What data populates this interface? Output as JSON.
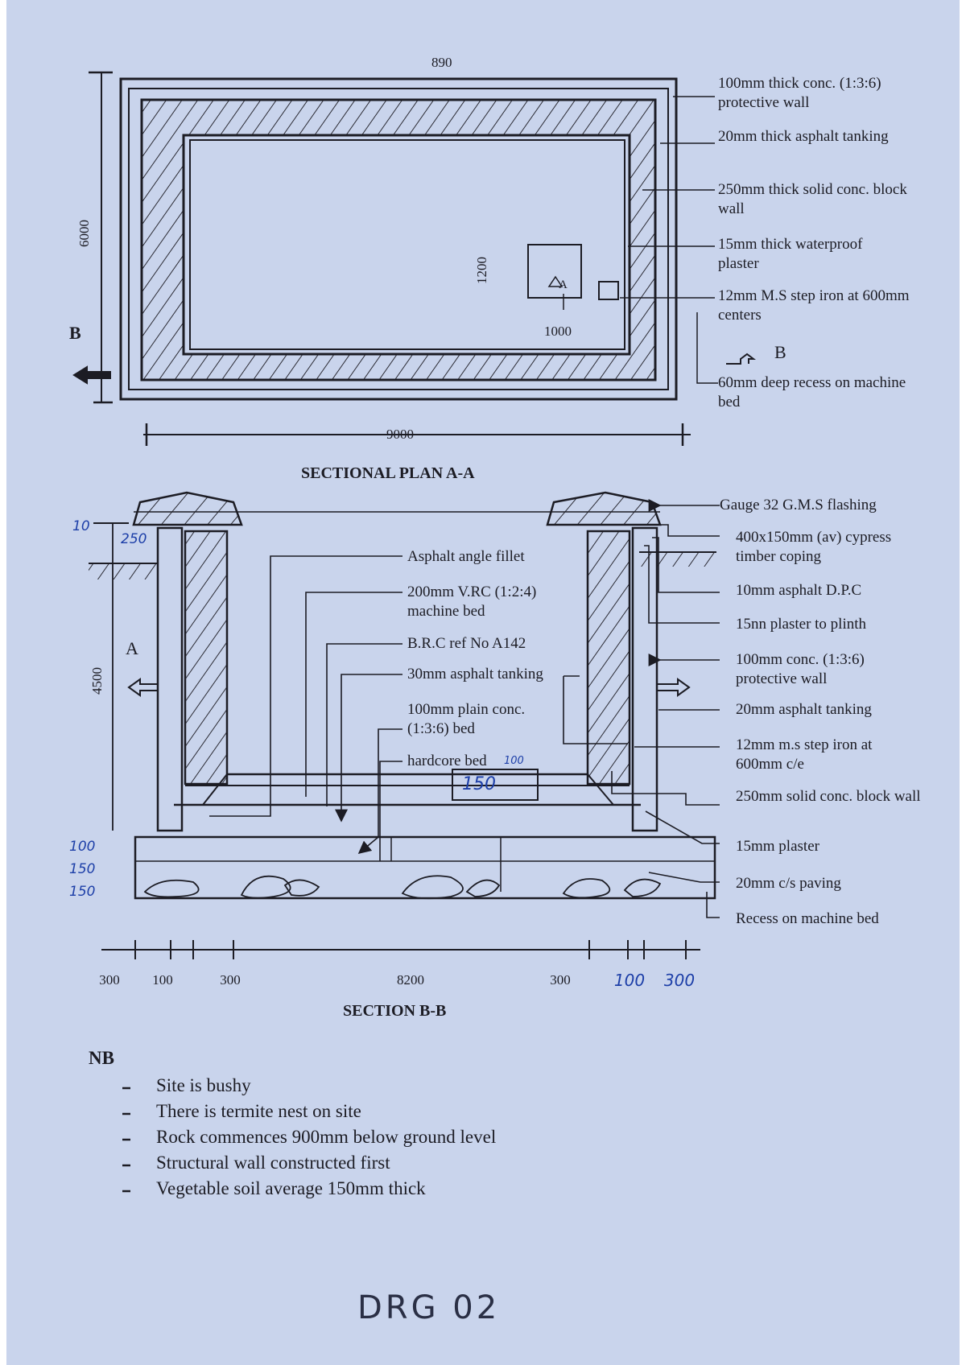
{
  "plan": {
    "title": "SECTIONAL PLAN  A-A",
    "dim_width": "9000",
    "dim_length": "6000",
    "dim_pad_h": "1200",
    "dim_pad_w": "1000",
    "pad_marker": "A",
    "section_marker_left": "B",
    "section_marker_right": "B",
    "hand_top": "890",
    "labels": [
      "100mm thick conc. (1:3:6) protective wall",
      "20mm thick asphalt tanking",
      "250mm thick solid conc. block wall",
      "15mm thick waterproof plaster",
      "12mm M.S step iron at 600mm centers",
      "60mm deep recess on machine bed"
    ]
  },
  "section": {
    "title": "SECTION B-B",
    "section_marker": "A",
    "dim_height": "4500",
    "hand_top_dims": [
      "10",
      "250"
    ],
    "hand_bottom_dims": [
      "100",
      "150",
      "150"
    ],
    "hand_bed": "150",
    "hand_bed_small": "100",
    "inner_labels": [
      "Asphalt angle fillet",
      "200mm V.RC (1:2:4) machine bed",
      "B.R.C ref No A142",
      "30mm asphalt tanking",
      "100mm plain conc. (1:3:6) bed",
      "hardcore bed"
    ],
    "right_labels": [
      "Gauge 32 G.M.S flashing",
      "400x150mm (av) cypress timber coping",
      "10mm asphalt D.P.C",
      "15nn plaster to plinth",
      "100mm conc. (1:3:6) protective wall",
      "20mm asphalt tanking",
      "12mm m.s step iron at 600mm c/e",
      "250mm solid conc. block wall",
      "15mm plaster",
      "20mm c/s paving",
      "Recess on machine bed"
    ],
    "bottom_dims": [
      "300",
      "100",
      "300",
      "8200",
      "300",
      "100",
      "300"
    ]
  },
  "notes": {
    "heading": "NB",
    "items": [
      "Site is bushy",
      "There is termite nest on site",
      "Rock commences 900mm below ground level",
      "Structural wall constructed first",
      "Vegetable soil average 150mm thick"
    ]
  },
  "drawing_number": "DRG 02",
  "colors": {
    "paper": "#c9d4ec",
    "ink": "#1c1c24",
    "pen": "#1d3fa8"
  }
}
